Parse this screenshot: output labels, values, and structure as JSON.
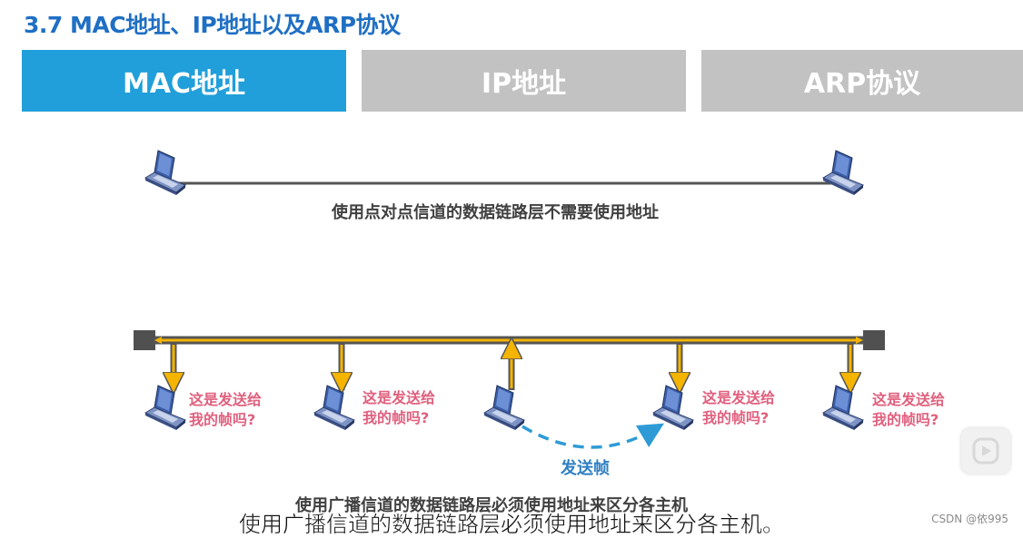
{
  "title": "3.7 MAC地址、IP地址以及ARP协议",
  "tabs": [
    {
      "label": "MAC地址",
      "active": true
    },
    {
      "label": "IP地址",
      "active": false
    },
    {
      "label": "ARP协议",
      "active": false
    }
  ],
  "p2p_caption": "使用点对点信道的数据链路层不需要使用地址",
  "question_line1": "这是发送给",
  "question_line2": "我的帧吗?",
  "send_label": "发送帧",
  "broadcast_caption": "使用广播信道的数据链路层必须使用地址来区分各主机",
  "subtitle": "使用广播信道的数据链路层必须使用地址来区分各主机。",
  "watermark": "CSDN @依995",
  "colors": {
    "accent": "#219fda",
    "inactive": "#c2c2c2",
    "title": "#1f6fc4",
    "question": "#e0607e",
    "send": "#2e7fc1",
    "arrow": "#f5b400"
  }
}
